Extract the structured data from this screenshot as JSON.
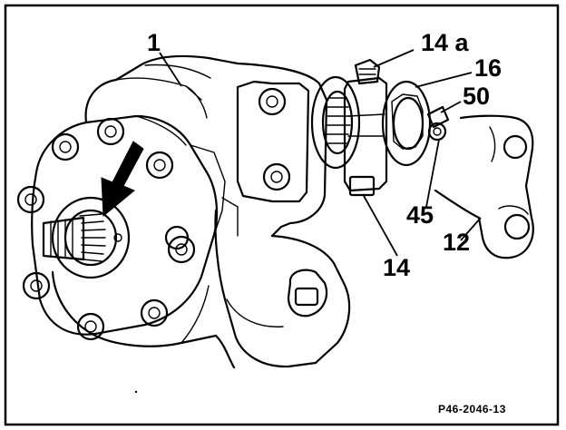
{
  "figure": {
    "callouts": {
      "c1": "1",
      "c14a": "14 a",
      "c16": "16",
      "c50": "50",
      "c45": "45",
      "c12": "12",
      "c14": "14"
    },
    "figure_code": "P46-2046-13"
  }
}
